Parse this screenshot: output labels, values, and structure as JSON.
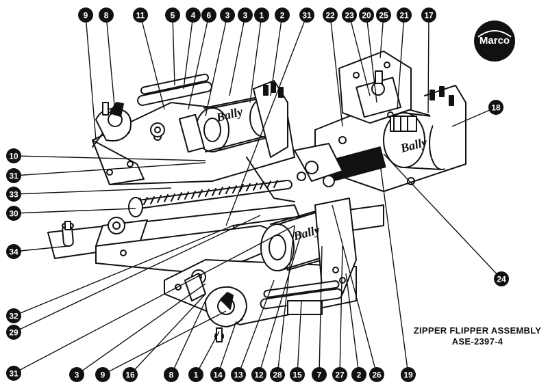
{
  "title": "ZIPPER FLIPPER ASSEMBLY",
  "part_number": "ASE-2397-4",
  "logo_text": "Marco",
  "coil_brand": "Bally",
  "colors": {
    "ink": "#111111",
    "paper": "#ffffff"
  },
  "callouts": [
    {
      "n": "9"
    },
    {
      "n": "8"
    },
    {
      "n": "11"
    },
    {
      "n": "5"
    },
    {
      "n": "4"
    },
    {
      "n": "6"
    },
    {
      "n": "3"
    },
    {
      "n": "3"
    },
    {
      "n": "1"
    },
    {
      "n": "2"
    },
    {
      "n": "31"
    },
    {
      "n": "22"
    },
    {
      "n": "23"
    },
    {
      "n": "20"
    },
    {
      "n": "25"
    },
    {
      "n": "21"
    },
    {
      "n": "17"
    },
    {
      "n": "18"
    },
    {
      "n": "10"
    },
    {
      "n": "31"
    },
    {
      "n": "33"
    },
    {
      "n": "30"
    },
    {
      "n": "34"
    },
    {
      "n": "24"
    },
    {
      "n": "32"
    },
    {
      "n": "29"
    },
    {
      "n": "31"
    },
    {
      "n": "3"
    },
    {
      "n": "9"
    },
    {
      "n": "16"
    },
    {
      "n": "8"
    },
    {
      "n": "1"
    },
    {
      "n": "14"
    },
    {
      "n": "13"
    },
    {
      "n": "12"
    },
    {
      "n": "28"
    },
    {
      "n": "15"
    },
    {
      "n": "7"
    },
    {
      "n": "27"
    },
    {
      "n": "2"
    },
    {
      "n": "26"
    },
    {
      "n": "19"
    }
  ]
}
